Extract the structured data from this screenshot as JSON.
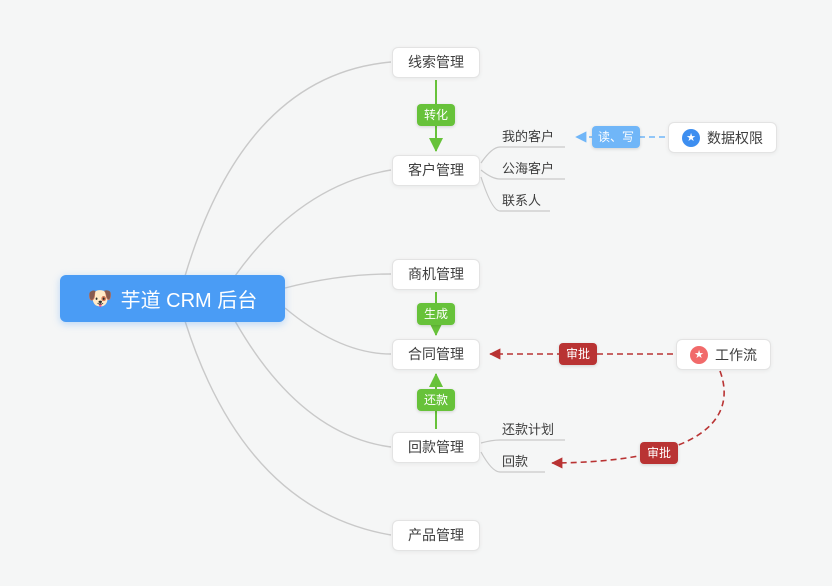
{
  "colors": {
    "background": "#f5f6f6",
    "root_blue": "#4a9cf5",
    "edge_green": "#67c23a",
    "edge_light_blue": "#70b6f8",
    "edge_dark_red": "#b93333",
    "data_permission_icon": "#3d8ef0",
    "workflow_icon": "#f16a6a",
    "line_gray": "#c9c9c9"
  },
  "root": {
    "emoji": "🐶",
    "label": "芋道 CRM 后台"
  },
  "nodes": [
    {
      "label": "线索管理"
    },
    {
      "label": "客户管理"
    },
    {
      "label": "商机管理"
    },
    {
      "label": "合同管理"
    },
    {
      "label": "回款管理"
    },
    {
      "label": "产品管理"
    }
  ],
  "customer_children": [
    {
      "label": "我的客户"
    },
    {
      "label": "公海客户"
    },
    {
      "label": "联系人"
    }
  ],
  "receivable_children": [
    {
      "label": "还款计划"
    },
    {
      "label": "回款"
    }
  ],
  "edge_badges": {
    "convert": "转化",
    "generate": "生成",
    "repay": "还款",
    "read_write": "读、写",
    "approve_contract": "审批",
    "approve_receivable": "审批"
  },
  "side_nodes": {
    "data_permission": {
      "icon": "star-icon",
      "label": "数据权限"
    },
    "workflow": {
      "icon": "star-icon",
      "label": "工作流"
    }
  }
}
